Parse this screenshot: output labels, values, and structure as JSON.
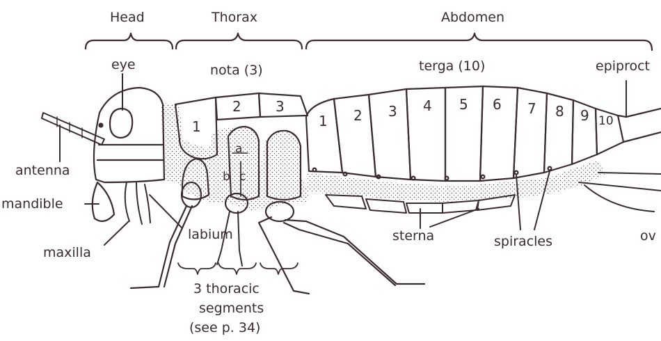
{
  "regions": {
    "head": "Head",
    "thorax": "Thorax",
    "abdomen": "Abdomen"
  },
  "labels": {
    "eye": "eye",
    "nota": "nota (3)",
    "terga": "terga (10)",
    "epiproct": "epiproct",
    "antenna": "antenna",
    "mandible": "mandible",
    "maxilla": "maxilla",
    "labium": "labium",
    "sterna": "sterna",
    "spiracles": "spiracles",
    "ovipositor": "ov",
    "thoracic_line1": "3 thoracic",
    "thoracic_line2": "segments",
    "thoracic_line3": "(see p. 34)"
  },
  "nota_numbers": [
    "1",
    "2",
    "3"
  ],
  "terga_numbers": [
    "1",
    "2",
    "3",
    "4",
    "5",
    "6",
    "7",
    "8",
    "9",
    "10"
  ],
  "pleuron_letters": [
    "a",
    "b",
    "c"
  ],
  "colors": {
    "ink": "#3b2a30",
    "stipple": "#5a4a50",
    "background": "#ffffff"
  }
}
